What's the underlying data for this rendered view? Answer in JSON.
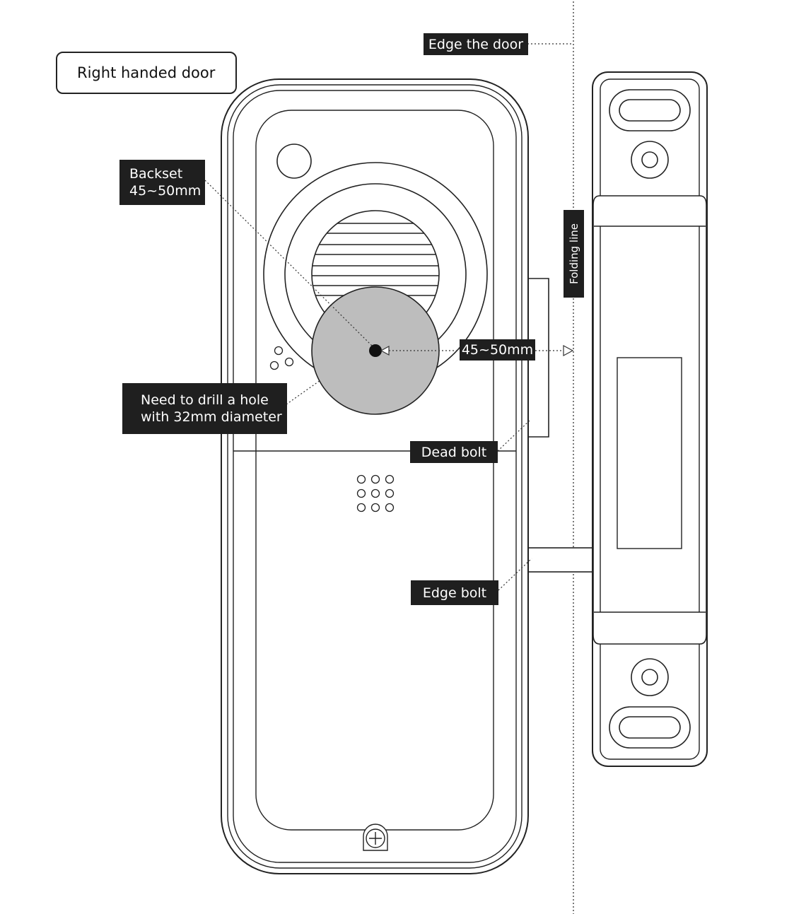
{
  "title": "Right handed door",
  "labels": {
    "edge_the_door": "Edge the door",
    "backset_line1": "Backset",
    "backset_line2": "45~50mm",
    "drill_line1": "Need to drill a hole",
    "drill_line2": "with 32mm diameter",
    "distance": "45~50mm",
    "dead_bolt": "Dead bolt",
    "edge_bolt": "Edge bolt",
    "folding_line": "Folding line"
  },
  "colors": {
    "line": "#222222",
    "label_bg": "#1f1f1f",
    "hole_fill": "#bdbdbd",
    "label_text": "#ffffff"
  }
}
